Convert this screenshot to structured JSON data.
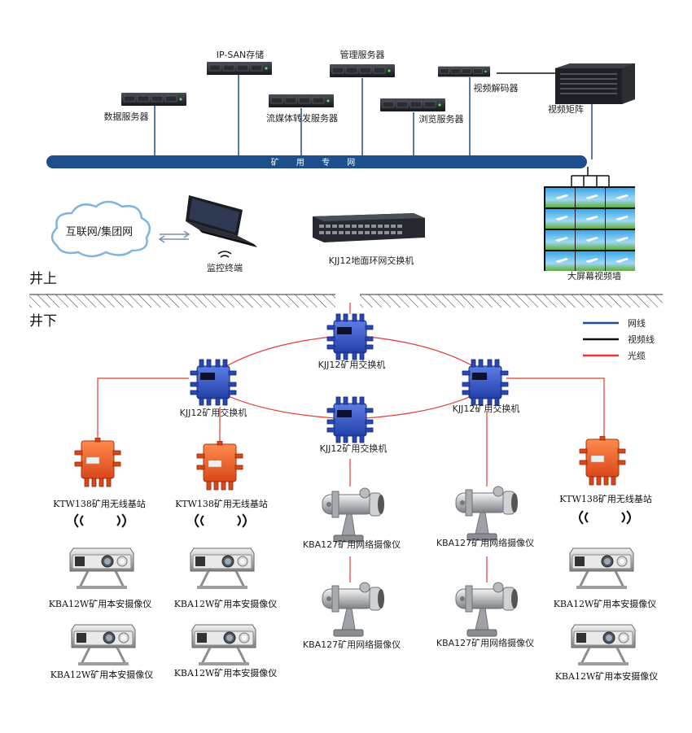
{
  "network_bar_label": "矿 用 专 网",
  "zones": {
    "above": "井上",
    "below": "井下"
  },
  "surface": {
    "data_server": "数据服务器",
    "ipsan": "IP-SAN存储",
    "stream_server": "流媒体转发服务器",
    "mgmt_server": "管理服务器",
    "browse_server": "浏览服务器",
    "decoder": "视频解码器",
    "matrix": "视频矩阵",
    "video_wall": "大屏幕视频墙",
    "internet": "互联网/集团网",
    "monitor": "监控终端",
    "ground_switch": "KJJ12地面环网交换机"
  },
  "underground": {
    "switch_top": "KJJ12矿用交换机",
    "switch_left": "KJJ12矿用交换机",
    "switch_right": "KJJ12矿用交换机",
    "switch_bottom": "KJJ12矿用交换机",
    "base_1": "KTW138矿用无线基站",
    "base_2": "KTW138矿用无线基站",
    "base_3": "KTW138矿用无线基站",
    "net_cam_1": "KBA127矿用网络摄像仪",
    "net_cam_2": "KBA127矿用网络摄像仪",
    "net_cam_3": "KBA127矿用网络摄像仪",
    "net_cam_4": "KBA127矿用网络摄像仪",
    "safe_cam_1": "KBA12W矿用本安摄像仪",
    "safe_cam_2": "KBA12W矿用本安摄像仪",
    "safe_cam_3": "KBA12W矿用本安摄像仪",
    "safe_cam_4": "KBA12W矿用本安摄像仪",
    "safe_cam_5": "KBA12W矿用本安摄像仪",
    "safe_cam_6": "KBA12W矿用本安摄像仪"
  },
  "legend": [
    {
      "label": "网线",
      "color": "#1f4e8c"
    },
    {
      "label": "视频线",
      "color": "#111111"
    },
    {
      "label": "光缆",
      "color": "#e53935"
    }
  ],
  "colors": {
    "network": "#1f4e8c",
    "video": "#111111",
    "fiber": "#e53935",
    "switch": "#3556c8",
    "base_station": "#f0622a"
  }
}
